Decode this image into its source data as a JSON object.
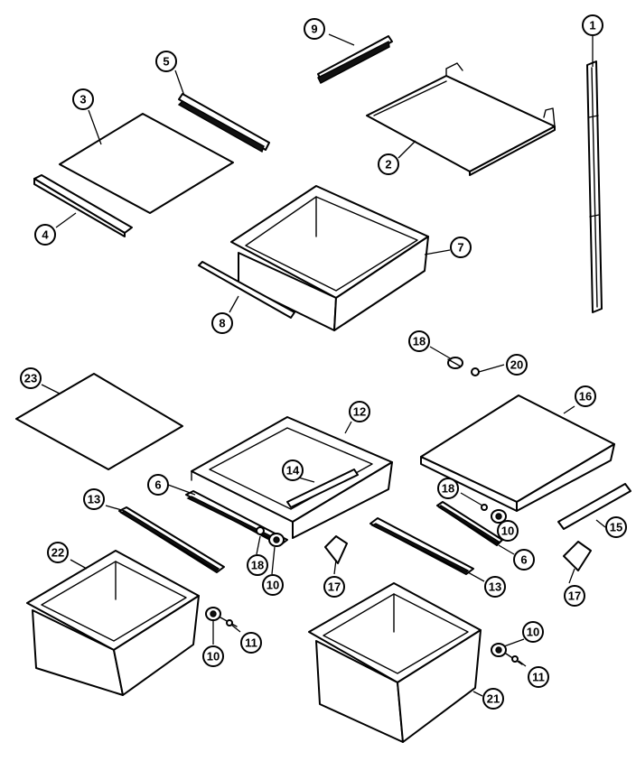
{
  "diagram": {
    "type": "exploded parts diagram",
    "callouts": [
      {
        "label": "1"
      },
      {
        "label": "2"
      },
      {
        "label": "3"
      },
      {
        "label": "4"
      },
      {
        "label": "5"
      },
      {
        "label": "6"
      },
      {
        "label": "6"
      },
      {
        "label": "7"
      },
      {
        "label": "8"
      },
      {
        "label": "9"
      },
      {
        "label": "10"
      },
      {
        "label": "10"
      },
      {
        "label": "10"
      },
      {
        "label": "10"
      },
      {
        "label": "11"
      },
      {
        "label": "11"
      },
      {
        "label": "12"
      },
      {
        "label": "13"
      },
      {
        "label": "13"
      },
      {
        "label": "14"
      },
      {
        "label": "15"
      },
      {
        "label": "16"
      },
      {
        "label": "17"
      },
      {
        "label": "17"
      },
      {
        "label": "18"
      },
      {
        "label": "18"
      },
      {
        "label": "18"
      },
      {
        "label": "20"
      },
      {
        "label": "21"
      },
      {
        "label": "22"
      },
      {
        "label": "23"
      }
    ]
  }
}
